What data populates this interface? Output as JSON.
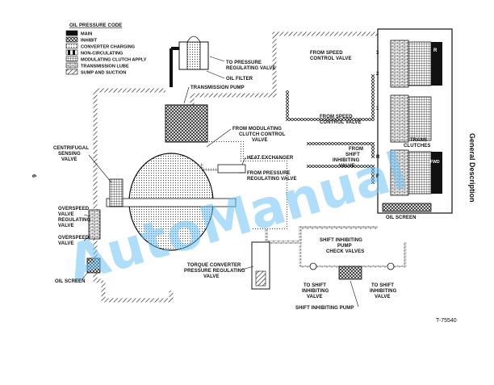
{
  "legend": {
    "title": "OIL PRESSURE CODE",
    "items": [
      {
        "label": "MAIN",
        "pattern": "solid-black"
      },
      {
        "label": "INHIBIT",
        "pattern": "cross-hatch"
      },
      {
        "label": "CONVERTER CHARGING",
        "pattern": "light-dots"
      },
      {
        "label": "NON-CIRCULATING",
        "pattern": "black-white-split"
      },
      {
        "label": "MODULATING CLUTCH APPLY",
        "pattern": "fine-grid"
      },
      {
        "label": "TRANSMISSION LUBE",
        "pattern": "brick"
      },
      {
        "label": "SUMP AND SUCTION",
        "pattern": "diagonal"
      }
    ]
  },
  "labels": {
    "to_pressure_regulating_valve": [
      "TO PRESSURE",
      "REGULATING VALVE"
    ],
    "oil_filter": "OIL FILTER",
    "transmission_pump": "TRANSMISSION PUMP",
    "from_speed_control_valve_top": [
      "FROM SPEED",
      "CONTROL VALVE"
    ],
    "from_speed_control_valve_mid": [
      "FROM SPEED",
      "CONTROL VALVE"
    ],
    "from_modulating_clutch_control_valve": [
      "FROM MODULATING",
      "CLUTCH CONTROL",
      "VALVE"
    ],
    "heat_exchanger": "HEAT EXCHANGER",
    "from_pressure_regulating_valve": [
      "FROM PRESSURE",
      "REGULATING VALVE"
    ],
    "from_shift_inhibiting_valve": [
      "FROM",
      "SHIFT",
      "INHIBITING",
      "VALVE"
    ],
    "trans_clutches": [
      "TRANS",
      "CLUTCHES"
    ],
    "centrifugal_sensing_valve": [
      "CENTRIFUGAL",
      "SENSING",
      "VALVE"
    ],
    "overspeed_valve_regulating_valve": [
      "OVERSPEED",
      "VALVE",
      "REGULATING",
      "VALVE"
    ],
    "overspeed_valve": [
      "OVERSPEED",
      "VALVE"
    ],
    "oil_screen_left": "OIL SCREEN",
    "oil_screen_right": "OIL SCREEN",
    "shift_inhibiting_pump_check_valves": [
      "SHIFT INHIBITING",
      "PUMP",
      "CHECK VALVES"
    ],
    "torque_converter_pressure_regulating_valve": [
      "TORQUE CONVERTER",
      "PRESSURE REGULATING",
      "VALVE"
    ],
    "to_shift_inhibiting_valve_left": [
      "TO SHIFT",
      "INHIBITING",
      "VALVE"
    ],
    "to_shift_inhibiting_valve_right": [
      "TO SHIFT",
      "INHIBITING",
      "VALVE"
    ],
    "shift_inhibiting_pump": "SHIFT INHIBITING PUMP",
    "clutch_num_3": "3",
    "clutch_num_2": "2",
    "clutch_num_1": "1",
    "clutch_num_r": "R",
    "clutch_num_f": "F",
    "clutch_tag_r": "R",
    "clutch_tag_fwd": "FWD"
  },
  "side_title": "General Description",
  "page_mark": "6",
  "figure_number": "T-75540",
  "watermark": "AutoManual",
  "colors": {
    "ink": "#111111",
    "paper": "#ffffff",
    "watermark": "#6ec3f5"
  }
}
